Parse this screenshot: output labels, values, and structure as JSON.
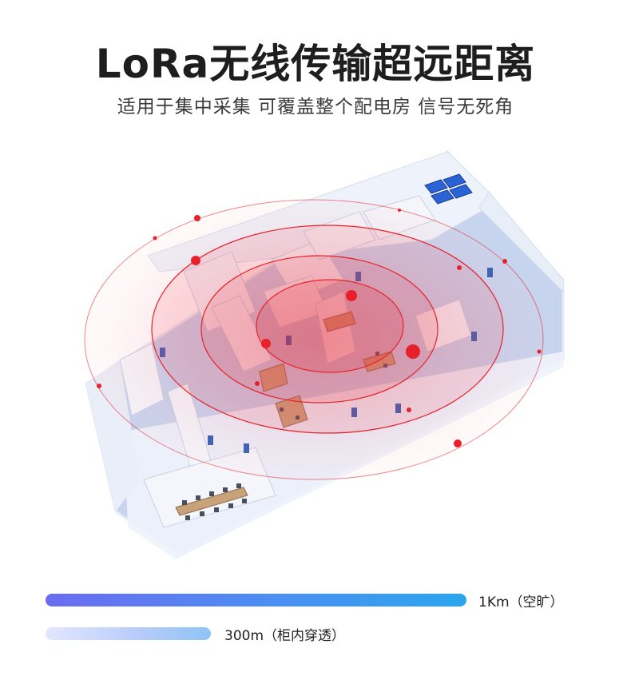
{
  "header": {
    "title": "LoRa无线传输超远距离",
    "subtitle": "适用于集中采集 可覆盖整个配电房 信号无死角"
  },
  "illustration": {
    "icon": "floor-plan-illustration",
    "colors": {
      "signal": "#e8202a",
      "floor": "#c9d6ee",
      "wall": "#f2f5fb",
      "door": "#2f5fb8"
    }
  },
  "range_bars": [
    {
      "label": "1Km（空旷）",
      "value_km": 1.0
    },
    {
      "label": "300m（柜内穿透）",
      "value_km": 0.3
    }
  ]
}
